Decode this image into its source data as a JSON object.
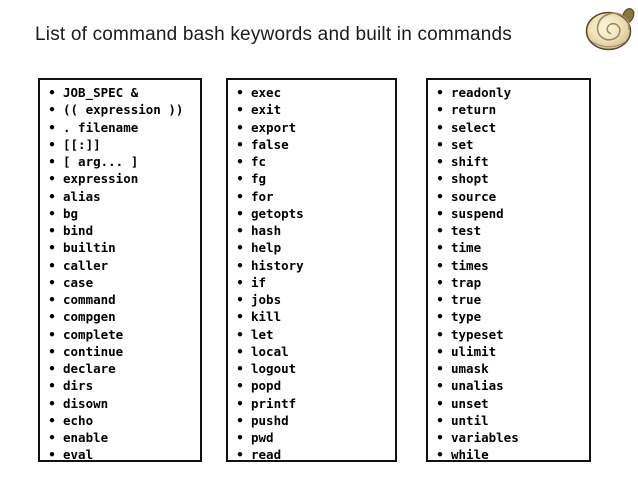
{
  "slide": {
    "title": "List of command bash keywords and built in commands",
    "background_color": "#ffffff",
    "title_color": "#1b1b1b",
    "box_border_color": "#121212",
    "text_color": "#000000",
    "logo": {
      "name": "bash-spiral-shell-icon",
      "colors": {
        "highlight": "#fdf7e0",
        "mid": "#e9d7a9",
        "rim": "#c0a26e",
        "outline": "#57472c",
        "horn": "#8a7440",
        "spiral": "#9b8a63"
      }
    }
  },
  "columns": [
    {
      "items": [
        "JOB_SPEC &",
        "(( expression ))",
        ". filename",
        "[[:]]",
        "[ arg... ]",
        "expression",
        "alias",
        "bg",
        "bind",
        "builtin",
        "caller",
        "case",
        "command",
        "compgen",
        "complete",
        "continue",
        "declare",
        "dirs",
        "disown",
        "echo",
        "enable",
        "eval"
      ]
    },
    {
      "items": [
        "exec",
        "exit",
        "export",
        "false",
        "fc",
        "fg",
        "for",
        "getopts",
        "hash",
        "help",
        "history",
        "if",
        "jobs",
        "kill",
        "let",
        "local",
        "logout",
        "popd",
        "printf",
        "pushd",
        "pwd",
        "read"
      ]
    },
    {
      "items": [
        "readonly",
        "return",
        "select",
        "set",
        "shift",
        "shopt",
        "source",
        "suspend",
        "test",
        "time",
        "times",
        "trap",
        "true",
        "type",
        "typeset",
        "ulimit",
        "umask",
        "unalias",
        "unset",
        "until",
        "variables",
        "while"
      ]
    }
  ]
}
